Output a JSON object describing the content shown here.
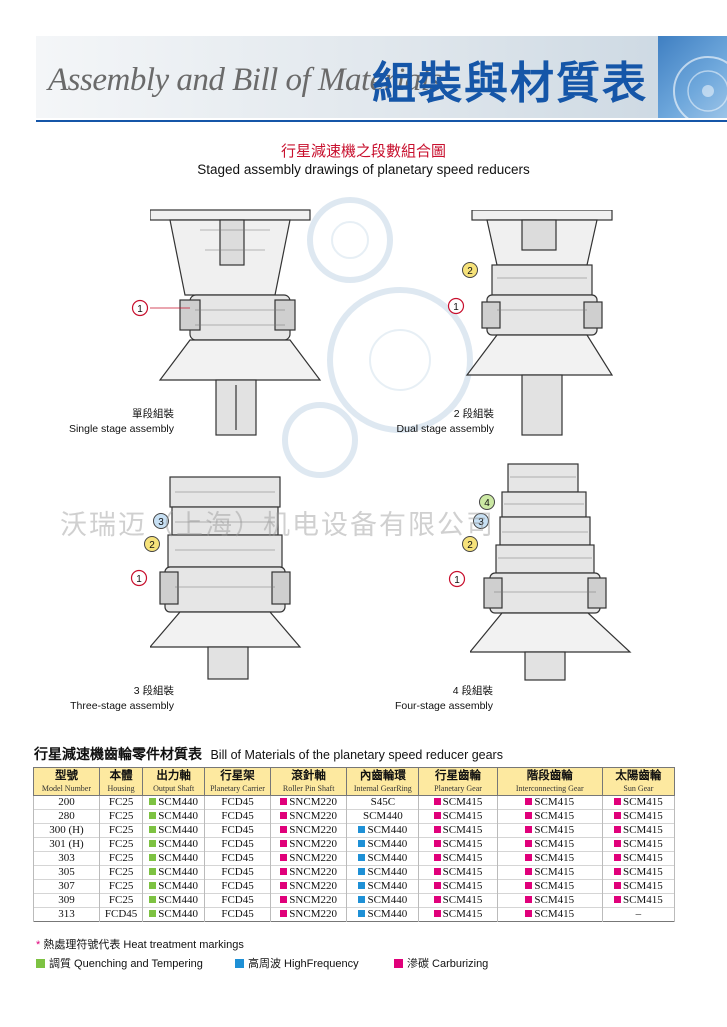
{
  "header": {
    "title_en": "Assembly and Bill of Materials",
    "title_zh": "組裝與材質表"
  },
  "section": {
    "title_zh": "行星減速機之段數組合圖",
    "title_en": "Staged assembly drawings of planetary speed reducers"
  },
  "drawings": [
    {
      "caption_zh": "單段組裝",
      "caption_en": "Single stage assembly",
      "markers": [
        "1"
      ]
    },
    {
      "caption_zh": "2 段組裝",
      "caption_en": "Dual stage assembly",
      "markers": [
        "2",
        "1"
      ]
    },
    {
      "caption_zh": "3 段組裝",
      "caption_en": "Three-stage assembly",
      "markers": [
        "3",
        "2",
        "1"
      ]
    },
    {
      "caption_zh": "4 段組裝",
      "caption_en": "Four-stage assembly",
      "markers": [
        "4",
        "3",
        "2",
        "1"
      ]
    }
  ],
  "watermark": "沃瑞迈（上海）机电设备有限公司",
  "bom": {
    "title_zh": "行星減速機齒輪零件材質表",
    "title_en": "Bill of Materials of the planetary speed reducer gears",
    "columns": [
      {
        "zh": "型號",
        "en": "Model Number"
      },
      {
        "zh": "本體",
        "en": "Housing"
      },
      {
        "zh": "出力軸",
        "en": "Output Shaft"
      },
      {
        "zh": "行星架",
        "en": "Planetary Carrier"
      },
      {
        "zh": "滾針軸",
        "en": "Roller Pin Shaft"
      },
      {
        "zh": "內齒輪環",
        "en": "Internal GearRing"
      },
      {
        "zh": "行星齒輪",
        "en": "Planetary Gear"
      },
      {
        "zh": "階段齒輪",
        "en": "Interconnecting Gear"
      },
      {
        "zh": "太陽齒輪",
        "en": "Sun Gear"
      }
    ],
    "rows": [
      [
        {
          "t": "200"
        },
        {
          "t": "FC25"
        },
        {
          "t": "SCM440",
          "m": "q"
        },
        {
          "t": "FCD45"
        },
        {
          "t": "SNCM220",
          "m": "c"
        },
        {
          "t": "S45C"
        },
        {
          "t": "SCM415",
          "m": "c"
        },
        {
          "t": "SCM415",
          "m": "c"
        },
        {
          "t": "SCM415",
          "m": "c"
        }
      ],
      [
        {
          "t": "280"
        },
        {
          "t": "FC25"
        },
        {
          "t": "SCM440",
          "m": "q"
        },
        {
          "t": "FCD45"
        },
        {
          "t": "SNCM220",
          "m": "c"
        },
        {
          "t": "SCM440"
        },
        {
          "t": "SCM415",
          "m": "c"
        },
        {
          "t": "SCM415",
          "m": "c"
        },
        {
          "t": "SCM415",
          "m": "c"
        }
      ],
      [
        {
          "t": "300 (H)"
        },
        {
          "t": "FC25"
        },
        {
          "t": "SCM440",
          "m": "q"
        },
        {
          "t": "FCD45"
        },
        {
          "t": "SNCM220",
          "m": "c"
        },
        {
          "t": "SCM440",
          "m": "h"
        },
        {
          "t": "SCM415",
          "m": "c"
        },
        {
          "t": "SCM415",
          "m": "c"
        },
        {
          "t": "SCM415",
          "m": "c"
        }
      ],
      [
        {
          "t": "301 (H)"
        },
        {
          "t": "FC25"
        },
        {
          "t": "SCM440",
          "m": "q"
        },
        {
          "t": "FCD45"
        },
        {
          "t": "SNCM220",
          "m": "c"
        },
        {
          "t": "SCM440",
          "m": "h"
        },
        {
          "t": "SCM415",
          "m": "c"
        },
        {
          "t": "SCM415",
          "m": "c"
        },
        {
          "t": "SCM415",
          "m": "c"
        }
      ],
      [
        {
          "t": "303"
        },
        {
          "t": "FC25"
        },
        {
          "t": "SCM440",
          "m": "q"
        },
        {
          "t": "FCD45"
        },
        {
          "t": "SNCM220",
          "m": "c"
        },
        {
          "t": "SCM440",
          "m": "h"
        },
        {
          "t": "SCM415",
          "m": "c"
        },
        {
          "t": "SCM415",
          "m": "c"
        },
        {
          "t": "SCM415",
          "m": "c"
        }
      ],
      [
        {
          "t": "305"
        },
        {
          "t": "FC25"
        },
        {
          "t": "SCM440",
          "m": "q"
        },
        {
          "t": "FCD45"
        },
        {
          "t": "SNCM220",
          "m": "c"
        },
        {
          "t": "SCM440",
          "m": "h"
        },
        {
          "t": "SCM415",
          "m": "c"
        },
        {
          "t": "SCM415",
          "m": "c"
        },
        {
          "t": "SCM415",
          "m": "c"
        }
      ],
      [
        {
          "t": "307"
        },
        {
          "t": "FC25"
        },
        {
          "t": "SCM440",
          "m": "q"
        },
        {
          "t": "FCD45"
        },
        {
          "t": "SNCM220",
          "m": "c"
        },
        {
          "t": "SCM440",
          "m": "h"
        },
        {
          "t": "SCM415",
          "m": "c"
        },
        {
          "t": "SCM415",
          "m": "c"
        },
        {
          "t": "SCM415",
          "m": "c"
        }
      ],
      [
        {
          "t": "309"
        },
        {
          "t": "FC25"
        },
        {
          "t": "SCM440",
          "m": "q"
        },
        {
          "t": "FCD45"
        },
        {
          "t": "SNCM220",
          "m": "c"
        },
        {
          "t": "SCM440",
          "m": "h"
        },
        {
          "t": "SCM415",
          "m": "c"
        },
        {
          "t": "SCM415",
          "m": "c"
        },
        {
          "t": "SCM415",
          "m": "c"
        }
      ],
      [
        {
          "t": "313"
        },
        {
          "t": "FCD45"
        },
        {
          "t": "SCM440",
          "m": "q"
        },
        {
          "t": "FCD45"
        },
        {
          "t": "SNCM220",
          "m": "c"
        },
        {
          "t": "SCM440",
          "m": "h"
        },
        {
          "t": "SCM415",
          "m": "c"
        },
        {
          "t": "SCM415",
          "m": "c"
        },
        {
          "t": "–"
        }
      ]
    ]
  },
  "legend": {
    "star": "*",
    "title": "熱處理符號代表  Heat treatment markings",
    "items": [
      {
        "key": "q",
        "label": "調質 Quenching and Tempering",
        "color": "#7dc242"
      },
      {
        "key": "h",
        "label": "高周波 HighFrequency",
        "color": "#1e90d6"
      },
      {
        "key": "c",
        "label": "滲碳 Carburizing",
        "color": "#e0007a"
      }
    ]
  },
  "colors": {
    "title_blue": "#1556a8",
    "section_red": "#c8102e",
    "header_fill": "#fde9a0"
  }
}
